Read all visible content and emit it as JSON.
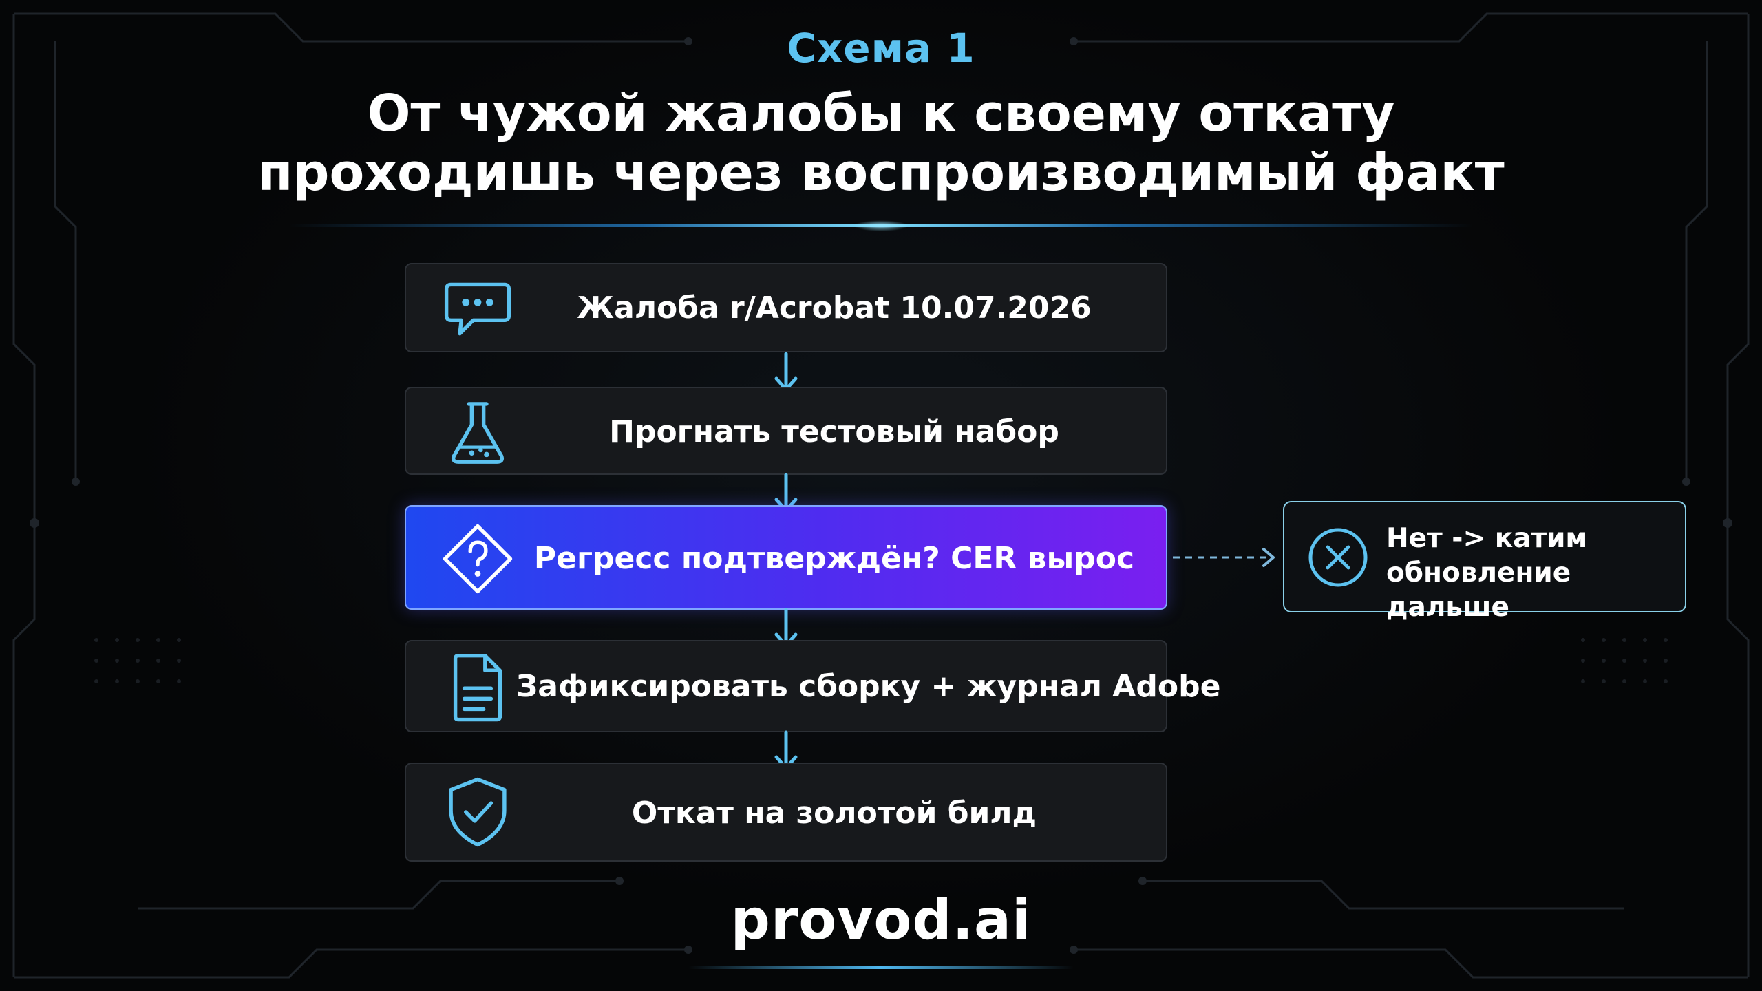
{
  "header": {
    "kicker": "Схема 1",
    "title_line1": "От чужой жалобы к своему откату",
    "title_line2": "проходишь через воспроизводимый факт"
  },
  "flow": {
    "steps": [
      {
        "label": "Жалоба r/Acrobat 10.07.2026",
        "icon": "chat-bubble-icon"
      },
      {
        "label": "Прогнать тестовый набор",
        "icon": "flask-icon"
      },
      {
        "label": "Регресс подтверждён? CER вырос",
        "icon": "question-diamond-icon",
        "highlight": true
      },
      {
        "label": "Зафиксировать сборку + журнал Adobe",
        "icon": "document-icon"
      },
      {
        "label": "Откат на золотой билд",
        "icon": "shield-check-icon"
      }
    ],
    "branch": {
      "line1": "Нет -> катим",
      "line2": "обновление дальше",
      "icon": "x-circle-icon"
    }
  },
  "footer": {
    "brand": "provod.ai"
  },
  "colors": {
    "accent": "#5cc2f0",
    "highlight_start": "#1f48f0",
    "highlight_end": "#7a1ff0",
    "card_bg": "#17191c",
    "background": "#050607"
  }
}
